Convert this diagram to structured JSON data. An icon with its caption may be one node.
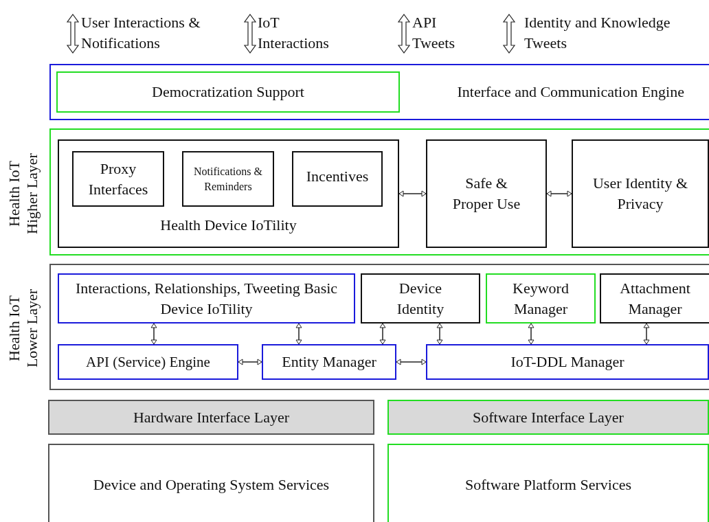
{
  "diagram": {
    "nodes": [
      {
        "text": [
          "Interface and Communication Engine"
        ]
      },
      {
        "text": [
          "Democratization Support"
        ],
        "in": 0
      },
      {
        "text": [
          "Health IoT Higher Layer"
        ]
      },
      {
        "text": [
          "Health Device IoTility"
        ],
        "in": 2
      },
      {
        "text": [
          "Proxy Interfaces"
        ],
        "in": 3
      },
      {
        "text": [
          "Notifications & Reminders"
        ],
        "in": 3
      },
      {
        "text": [
          "Incentives"
        ],
        "in": 3
      },
      {
        "text": [
          "Safe & Proper Use"
        ],
        "in": 2
      },
      {
        "text": [
          "User Identity & Privacy"
        ],
        "in": 2
      },
      {
        "text": [
          "Health IoT Lower Layer"
        ]
      },
      {
        "text": [
          "Interactions, Relationships, Tweeting Basic Device IoTility"
        ],
        "in": 9
      },
      {
        "text": [
          "Device Identity"
        ],
        "in": 9
      },
      {
        "text": [
          "Keyword Manager"
        ],
        "in": 9
      },
      {
        "text": [
          "Attachment Manager"
        ],
        "in": 9
      },
      {
        "text": [
          "API (Service) Engine"
        ],
        "in": 9
      },
      {
        "text": [
          "Entity Manager"
        ],
        "in": 9
      },
      {
        "text": [
          "IoT-DDL Manager"
        ],
        "in": 9
      },
      {
        "text": [
          "Hardware Interface Layer"
        ]
      },
      {
        "text": [
          "Software Interface Layer"
        ]
      },
      {
        "text": [
          "Device and Operating System Services"
        ]
      },
      {
        "text": [
          "Software Platform Services"
        ]
      }
    ],
    "edges": [
      {
        "from": 3,
        "to": 7,
        "arrow": "both"
      },
      {
        "from": 7,
        "to": 8,
        "arrow": "both"
      },
      {
        "from": 10,
        "to": 14,
        "arrow": "both"
      },
      {
        "from": 10,
        "to": 15,
        "arrow": "both"
      },
      {
        "from": 11,
        "to": 15,
        "arrow": "both"
      },
      {
        "from": 11,
        "to": 16,
        "arrow": "both"
      },
      {
        "from": 12,
        "to": 16,
        "arrow": "both"
      },
      {
        "from": 13,
        "to": 16,
        "arrow": "both"
      },
      {
        "from": 14,
        "to": 15,
        "arrow": "both"
      },
      {
        "from": 15,
        "to": 16,
        "arrow": "both"
      }
    ],
    "labels": [
      "User Interactions & Notifications",
      "IoT Interactions",
      "API Tweets",
      "Identity and Knowledge Tweets"
    ]
  }
}
